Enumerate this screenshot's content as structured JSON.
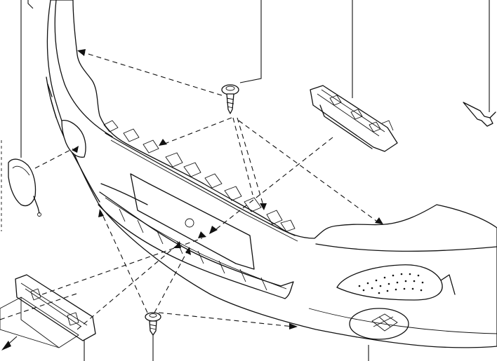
{
  "diagram": {
    "type": "exploded-assembly",
    "parts": [
      {
        "id": "front-bumper-cover",
        "icon": "bumper-icon"
      },
      {
        "id": "bumper-center-bracket",
        "icon": "bracket-icon"
      },
      {
        "id": "bumper-side-bracket",
        "icon": "bracket-icon"
      },
      {
        "id": "tow-hook-cover",
        "icon": "cover-icon"
      },
      {
        "id": "screw-upper",
        "icon": "screw-icon"
      },
      {
        "id": "screw-lower",
        "icon": "screw-icon"
      },
      {
        "id": "push-clip-rivet",
        "icon": "rivet-icon"
      }
    ],
    "colors": {
      "line": "#111111",
      "background": "#ffffff"
    }
  }
}
